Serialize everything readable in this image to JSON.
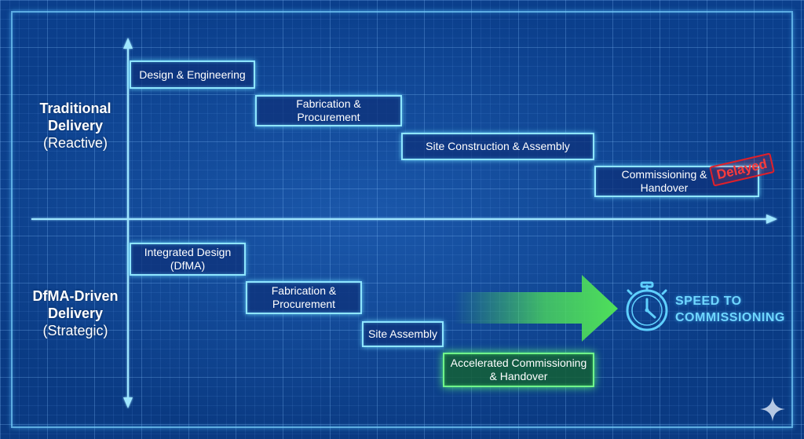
{
  "traditional": {
    "title_line1": "Traditional",
    "title_line2": "Delivery",
    "subtitle": "(Reactive)",
    "phases": [
      {
        "label": "Design & Engineering"
      },
      {
        "label": "Fabrication & Procurement"
      },
      {
        "label": "Site Construction & Assembly"
      },
      {
        "label": "Commissioning & Handover"
      }
    ],
    "stamp": "Delayed"
  },
  "dfma": {
    "title_line1": "DfMA-Driven",
    "title_line2": "Delivery",
    "subtitle": "(Strategic)",
    "phases": [
      {
        "label": "Integrated Design (DfMA)"
      },
      {
        "label": "Fabrication & Procurement"
      },
      {
        "label": "Site Assembly"
      },
      {
        "label": "Accelerated Commissioning & Handover"
      }
    ]
  },
  "callout": {
    "line1": "SPEED TO",
    "line2": "COMMISSIONING",
    "icon": "stopwatch-icon"
  },
  "colors": {
    "background": "#0a3d86",
    "box_border": "#8fe6ff",
    "accent_green": "#4fe05a",
    "stamp_red": "#e0202a",
    "callout_text": "#6fd6ff"
  }
}
